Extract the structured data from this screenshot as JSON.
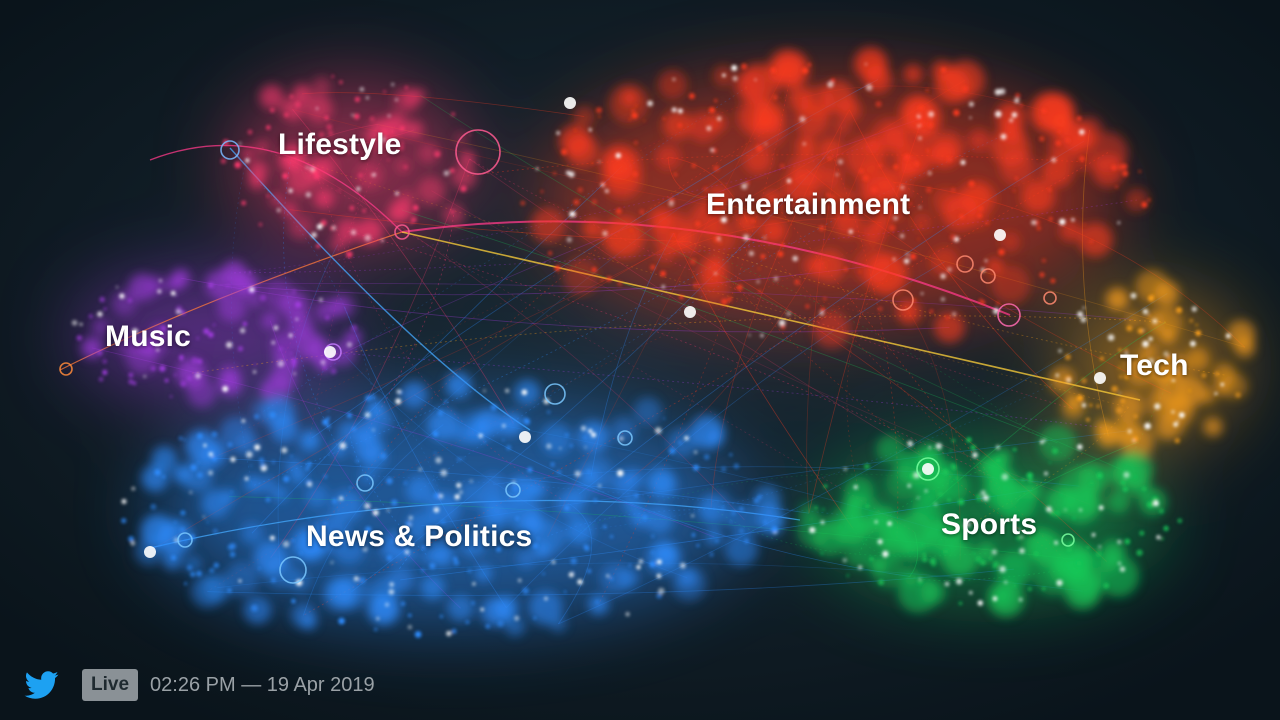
{
  "clusters": [
    {
      "key": "lifestyle",
      "label": "Lifestyle",
      "color": "#ff3a6e"
    },
    {
      "key": "entertainment",
      "label": "Entertainment",
      "color": "#ff3b1f"
    },
    {
      "key": "music",
      "label": "Music",
      "color": "#a23ce0"
    },
    {
      "key": "tech",
      "label": "Tech",
      "color": "#ffa21a"
    },
    {
      "key": "news",
      "label": "News & Politics",
      "color": "#2f8dff"
    },
    {
      "key": "sports",
      "label": "Sports",
      "color": "#18c858"
    }
  ],
  "footer": {
    "logo_icon": "twitter-bird-icon",
    "logo_color": "#1da1f2",
    "live_label": "Live",
    "timestamp": "02:26 PM — 19 Apr 2019"
  },
  "colors": {
    "background": "#0e1a22"
  }
}
